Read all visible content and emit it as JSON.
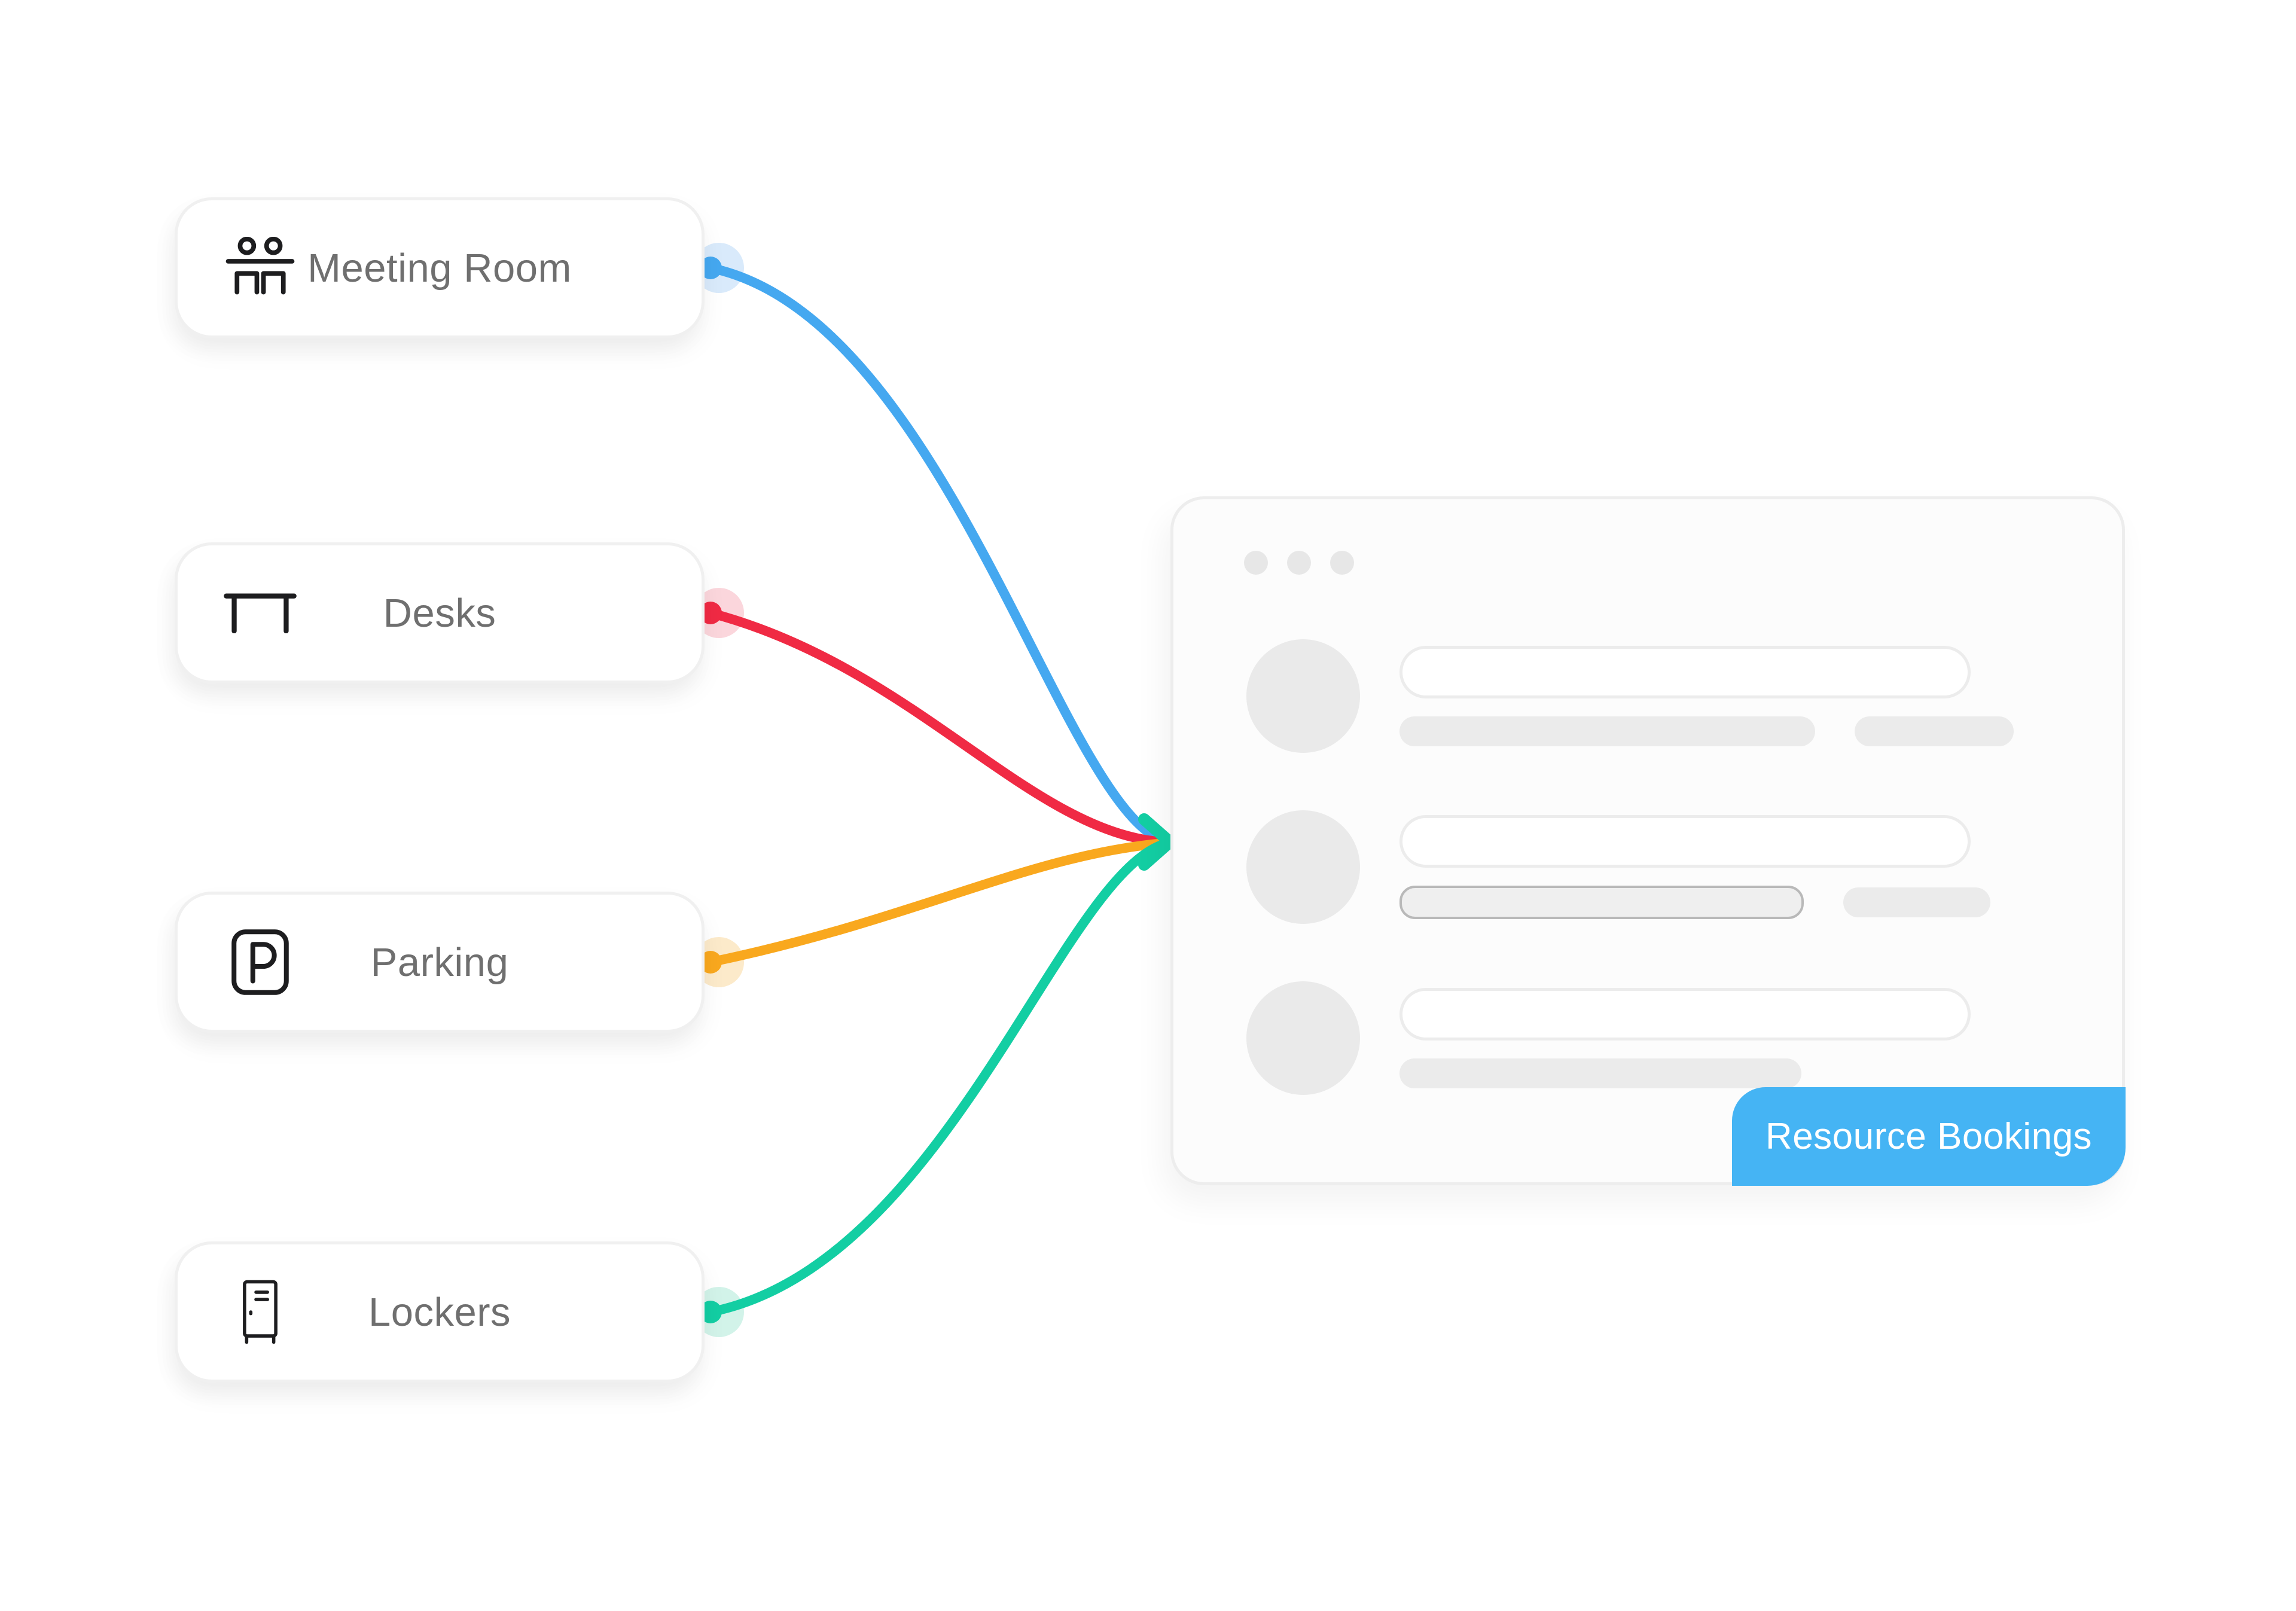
{
  "resources": {
    "items": [
      {
        "label": "Meeting Room",
        "line_color": "#45A8F0",
        "halo_color": "#D9EAFB"
      },
      {
        "label": "Desks",
        "line_color": "#F02A44",
        "halo_color": "#FBD6DC"
      },
      {
        "label": "Parking",
        "line_color": "#F9A81E",
        "halo_color": "#FCEACA"
      },
      {
        "label": "Lockers",
        "line_color": "#13CEA3",
        "halo_color": "#D2F3E9"
      }
    ]
  },
  "arrow": {
    "color": "#13CEA3"
  },
  "panel": {
    "bg": "#FCFCFC",
    "border_color": "#EDEDED",
    "window_dot_count": "3",
    "badge": {
      "label": "Resource Bookings",
      "bg": "#45B4F4",
      "text_color": "#FFFFFF"
    }
  }
}
